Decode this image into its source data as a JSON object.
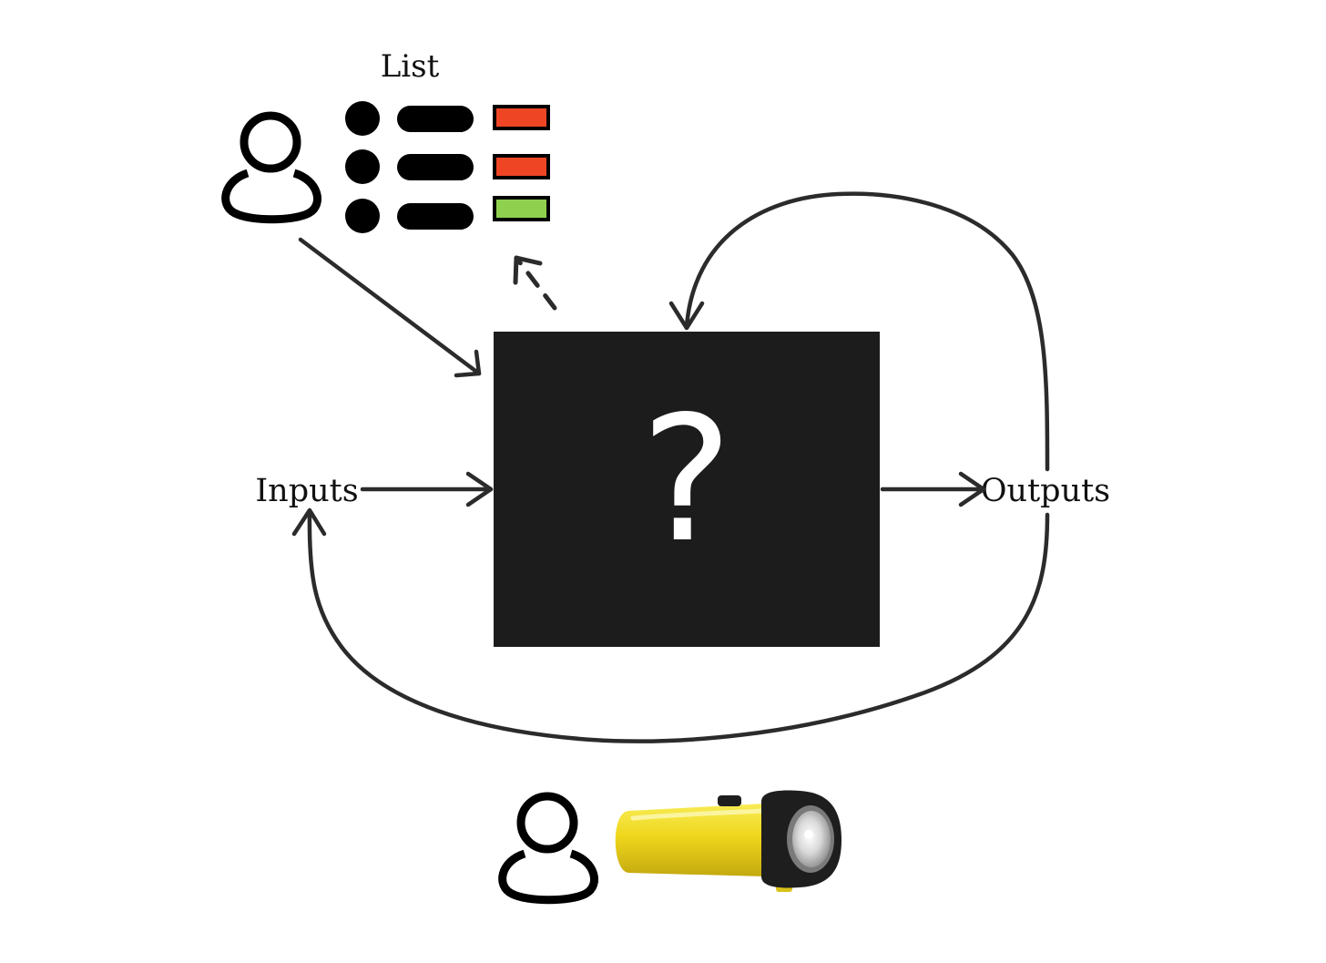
{
  "labels": {
    "list": "List",
    "inputs": "Inputs",
    "outputs": "Outputs",
    "black_box": "?"
  },
  "list_items": [
    {
      "status": "red"
    },
    {
      "status": "red"
    },
    {
      "status": "green"
    }
  ],
  "icons": {
    "top_user": "user-icon",
    "bottom_user": "user-icon",
    "tool": "flashlight-icon"
  },
  "colors": {
    "box": "#1c1c1c",
    "arrow": "#2b2b2b",
    "status_red": "#ee4524",
    "status_green": "#8fd14f",
    "flashlight_body": "#f1dd22"
  }
}
